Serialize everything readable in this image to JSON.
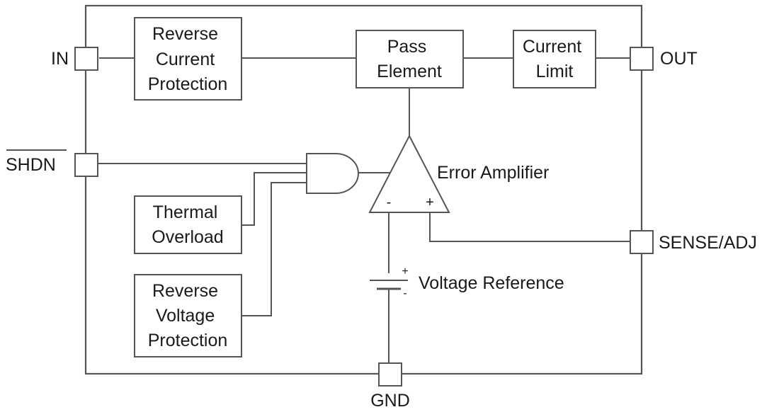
{
  "pins": {
    "in": "IN",
    "out": "OUT",
    "shdn": "SHDN",
    "sense_adj": "SENSE/ADJ",
    "gnd": "GND"
  },
  "blocks": {
    "reverse_current_protection": [
      "Reverse",
      "Current",
      "Protection"
    ],
    "pass_element": [
      "Pass",
      "Element"
    ],
    "current_limit": [
      "Current",
      "Limit"
    ],
    "thermal_overload": [
      "Thermal",
      "Overload"
    ],
    "reverse_voltage_protection": [
      "Reverse",
      "Voltage",
      "Protection"
    ]
  },
  "labels": {
    "error_amplifier": "Error Amplifier",
    "voltage_reference": "Voltage Reference",
    "amp_minus": "-",
    "amp_plus": "+",
    "ref_plus": "+",
    "ref_minus": "-"
  }
}
